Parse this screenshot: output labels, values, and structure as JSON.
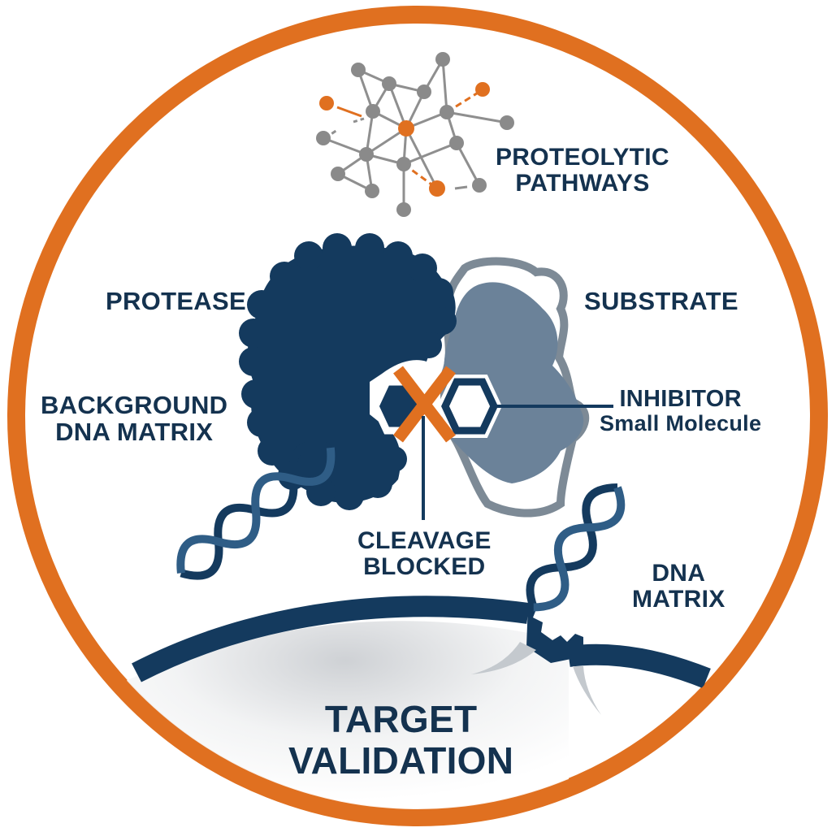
{
  "colors": {
    "ring": "#e07020",
    "navy": "#143a5e",
    "slate": "#6b8299",
    "slate_outline": "#7d8a96",
    "node_gray": "#8a8a8a",
    "node_orange": "#e07020",
    "text": "#14324f",
    "background": "#ffffff"
  },
  "labels": {
    "proteolytic": {
      "line1": "PROTEOLYTIC",
      "line2": "PATHWAYS"
    },
    "protease": "PROTEASE",
    "substrate": "SUBSTRATE",
    "background_dna": {
      "line1": "BACKGROUND",
      "line2": "DNA MATRIX"
    },
    "inhibitor": {
      "line1": "INHIBITOR",
      "line2": "Small Molecule"
    },
    "cleavage": {
      "line1": "CLEAVAGE",
      "line2": "BLOCKED"
    },
    "dna_matrix": {
      "line1": "DNA",
      "line2": "MATRIX"
    },
    "title": {
      "line1": "TARGET",
      "line2": "VALIDATION"
    }
  },
  "icons": {
    "network": "network-graph-icon",
    "protease": "protease-blob-icon",
    "substrate": "substrate-blob-icon",
    "inhibitor": "hexagon-molecule-icon",
    "blocked": "x-mark-icon",
    "dna": "dna-helix-icon",
    "membrane": "cell-membrane-arc-icon"
  }
}
